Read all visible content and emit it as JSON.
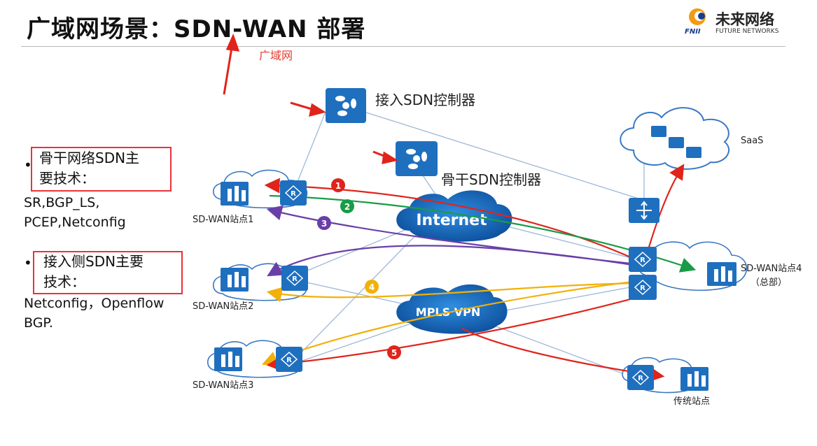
{
  "title": "广域网场景：SDN-WAN 部署",
  "logo": {
    "cn": "未来网络",
    "en": "FUTURE NETWORKS",
    "abbr": "FNII"
  },
  "annotation": "广域网",
  "left_panel": {
    "backbone_heading": "骨干网络SDN主要技术：",
    "backbone_line1": "骨干网络SDN主",
    "backbone_line2": "要技术：",
    "backbone_tech_line1": "SR,BGP_LS,",
    "backbone_tech_line2": "PCEP,Netconfig",
    "access_line1": "接入侧SDN主要",
    "access_line2": "技术：",
    "access_tech_line1": "Netconfig，Openflow",
    "access_tech_line2": "BGP."
  },
  "diagram": {
    "access_controller": "接入SDN控制器",
    "backbone_controller": "骨干SDN控制器",
    "internet": "Internet",
    "mpls": "MPLS VPN",
    "saas": "SaaS",
    "site1": "SD-WAN站点1",
    "site2": "SD-WAN站点2",
    "site3": "SD-WAN站点3",
    "site4": "SD-WAN站点4",
    "site4_sub": "（总部）",
    "legacy": "传统站点",
    "router_glyph": "R",
    "paths": [
      "1",
      "2",
      "3",
      "4",
      "5"
    ]
  },
  "colors": {
    "red": "#e0241b",
    "green": "#1a9b46",
    "purple": "#6a3fa8",
    "yellow": "#f2b10a",
    "blue": "#1f6fbf",
    "link": "#9fb8d6",
    "accent_red": "#e23b2e"
  }
}
